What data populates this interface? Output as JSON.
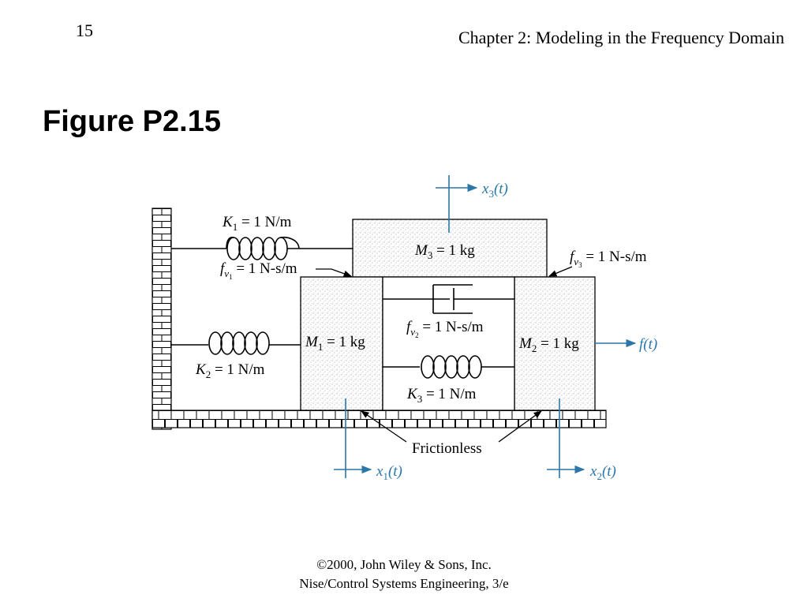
{
  "header": {
    "page_number": "15",
    "chapter_title": "Chapter 2: Modeling in the Frequency Domain"
  },
  "figure_title": "Figure P2.15",
  "diagram": {
    "accent_color": "#2a77a8",
    "springs": {
      "k1": {
        "symbol": "K",
        "sub": "1",
        "rest": " = 1 N/m"
      },
      "k2": {
        "symbol": "K",
        "sub": "2",
        "rest": " = 1 N/m"
      },
      "k3": {
        "symbol": "K",
        "sub": "3",
        "rest": " = 1 N/m"
      }
    },
    "dampers": {
      "fv1": {
        "symbol": "f",
        "sub": "v",
        "subsub": "1",
        "rest": " = 1 N-s/m"
      },
      "fv2": {
        "symbol": "f",
        "sub": "v",
        "subsub": "2",
        "rest": " = 1 N-s/m"
      },
      "fv3": {
        "symbol": "f",
        "sub": "v",
        "subsub": "3",
        "rest": " = 1 N-s/m"
      }
    },
    "masses": {
      "m1": {
        "symbol": "M",
        "sub": "1",
        "rest": " = 1 kg"
      },
      "m2": {
        "symbol": "M",
        "sub": "2",
        "rest": " = 1 kg"
      },
      "m3": {
        "symbol": "M",
        "sub": "3",
        "rest": " = 1 kg"
      }
    },
    "displacements": {
      "x1": {
        "symbol": "x",
        "sub": "1",
        "arg": "(t)"
      },
      "x2": {
        "symbol": "x",
        "sub": "2",
        "arg": "(t)"
      },
      "x3": {
        "symbol": "x",
        "sub": "3",
        "arg": "(t)"
      }
    },
    "force": {
      "symbol": "f",
      "arg": "(t)"
    },
    "frictionless_label": "Frictionless"
  },
  "footer": {
    "line1": "©2000, John Wiley & Sons, Inc.",
    "line2": "Nise/Control Systems Engineering, 3/e"
  }
}
